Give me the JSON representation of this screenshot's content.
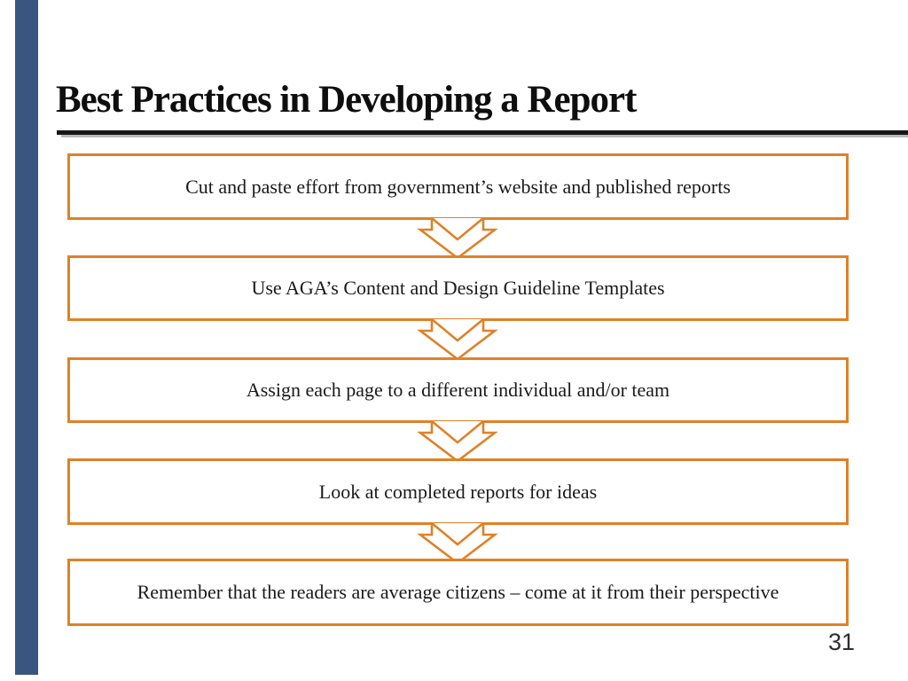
{
  "slide": {
    "title": "Best Practices in Developing a Report",
    "page_number": "31",
    "steps": [
      {
        "label": "Cut and paste effort from government’s website and published reports"
      },
      {
        "label": "Use AGA’s Content and Design Guideline Templates"
      },
      {
        "label": "Assign each page to a different individual and/or team"
      },
      {
        "label": "Look at completed reports for ideas"
      },
      {
        "label": "Remember that the readers are average citizens – come at it from their perspective"
      }
    ],
    "colors": {
      "accent_orange": "#E08127",
      "sidebar_blue": "#3A5680",
      "rule_black": "#161616",
      "rule_gray": "#B9B9B9",
      "text": "#1A1A1A"
    }
  }
}
